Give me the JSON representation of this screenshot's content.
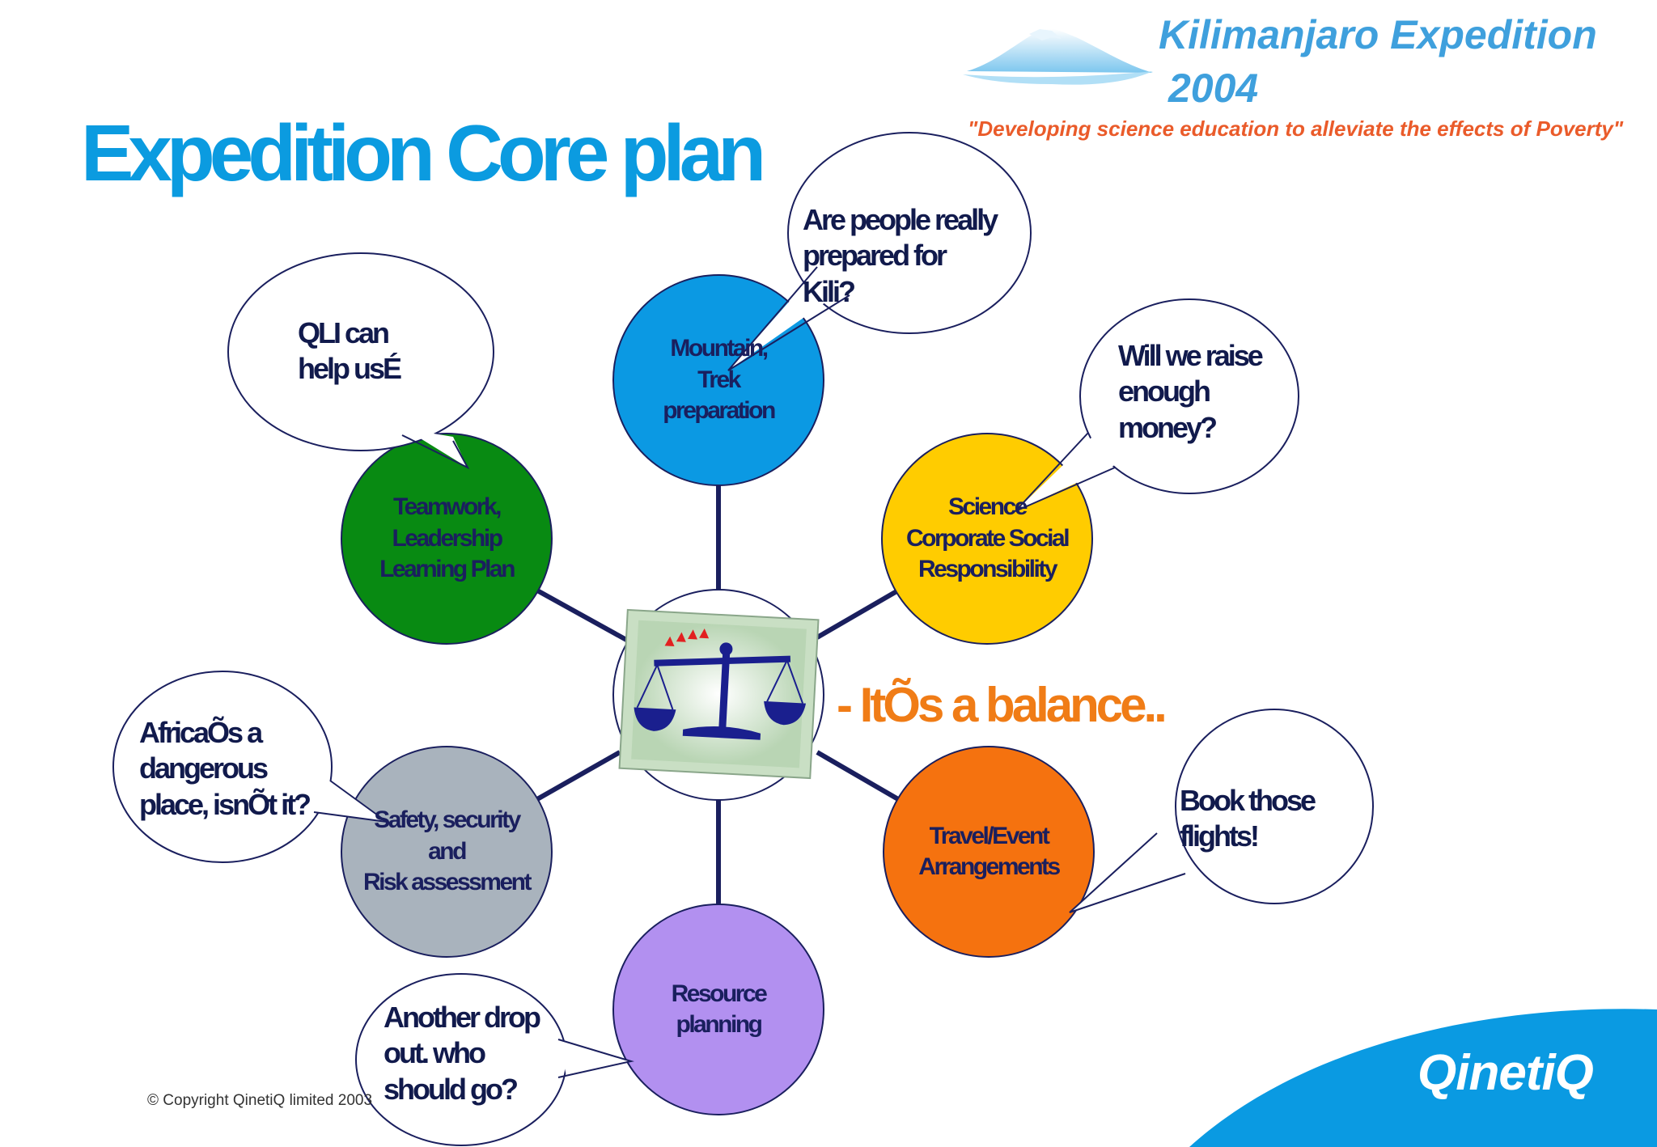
{
  "title": "Expedition Core plan",
  "branding": {
    "expedition_name": "Kilimanjaro Expedition",
    "year": "2004",
    "tagline": "\"Developing science education to alleviate the effects of Poverty\"",
    "company": "QinetiQ"
  },
  "center": {
    "icon": "balance-scale-icon",
    "caption": "- ItÕs a balance.."
  },
  "nodes": {
    "mountain": {
      "label": "Mountain,\nTrek\npreparation",
      "color": "#0b99e3",
      "text_color": "#1a1f5e"
    },
    "science": {
      "label": "Science\nCorporate Social\nResponsibility",
      "color": "#ffcc00",
      "text_color": "#1a1f5e"
    },
    "travel": {
      "label": "Travel/Event\nArrangements",
      "color": "#f5720f",
      "text_color": "#1a1f5e"
    },
    "resource": {
      "label": "Resource\nplanning",
      "color": "#b290f0",
      "text_color": "#1a1f5e"
    },
    "safety": {
      "label": "Safety, security\nand\nRisk assessment",
      "color": "#a9b3bd",
      "text_color": "#1a1f5e"
    },
    "teamwork": {
      "label": "Teamwork,\nLeadership\nLearning Plan",
      "color": "#088a12",
      "text_color": "#1a1f5e"
    }
  },
  "bubbles": {
    "qli": "QLI can\nhelp usÉ",
    "prepared": "Are people really\nprepared for\nKili?",
    "money": "Will we raise\nenough\nmoney?",
    "africa": "AfricaÕs a\ndangerous\nplace, isnÕt it?",
    "flights": "Book those\nflights!",
    "dropout": "Another drop\nout. who\nshould go?"
  },
  "footer": {
    "copyright": "© Copyright QinetiQ limited 2003"
  },
  "colors": {
    "title": "#0b9be0",
    "connector": "#1a1f5e",
    "balance_text": "#f07c16",
    "tagline": "#ea5b2a",
    "footer_swoosh": "#0a9ae2"
  }
}
